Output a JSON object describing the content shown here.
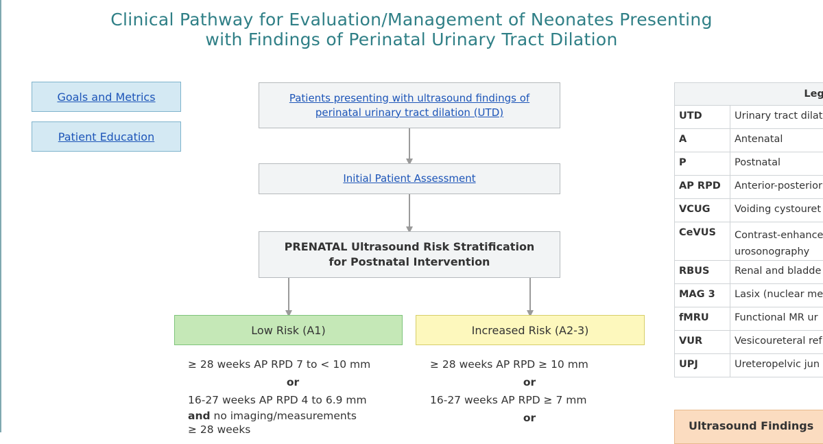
{
  "title": {
    "line1": "Clinical Pathway for Evaluation/Management of Neonates Presenting",
    "line2": "with Findings of Perinatal Urinary Tract Dilation"
  },
  "side_links": [
    {
      "label": "Goals and Metrics"
    },
    {
      "label": "Patient Education"
    }
  ],
  "flow": {
    "presenting_line1": "Patients presenting with ultrasound findings of",
    "presenting_line2": "perinatal urinary tract dilation (UTD)",
    "assessment": "Initial Patient Assessment",
    "stratification_line1": "PRENATAL Ultrasound Risk Stratification",
    "stratification_line2": "for Postnatal Intervention",
    "low_risk": "Low Risk (A1)",
    "increased_risk": "Increased Risk (A2-3)"
  },
  "low_criteria": {
    "c1": "≥ 28 weeks AP RPD 7 to < 10 mm",
    "or1": "or",
    "c2": "16-27 weeks AP RPD 4 to 6.9 mm",
    "c3_bold": "and",
    "c3_rest": " no imaging/measurements",
    "c4": "≥ 28 weeks"
  },
  "high_criteria": {
    "c1": "≥ 28 weeks AP RPD ≥ 10 mm",
    "or1": "or",
    "c2": "16-27 weeks AP RPD ≥ 7 mm",
    "or2": "or"
  },
  "legend": {
    "header": "Legen",
    "rows": [
      {
        "abbr": "UTD",
        "def": "Urinary tract dilat"
      },
      {
        "abbr": "A",
        "def": "Antenatal"
      },
      {
        "abbr": "P",
        "def": "Postnatal"
      },
      {
        "abbr": "AP RPD",
        "def": "Anterior-posterior"
      },
      {
        "abbr": "VCUG",
        "def": "Voiding cystouret"
      },
      {
        "abbr": "CeVUS",
        "def": "Contrast-enhance",
        "def2": "urosonography"
      },
      {
        "abbr": "RBUS",
        "def": "Renal and bladde"
      },
      {
        "abbr": "MAG 3",
        "def": "Lasix (nuclear me"
      },
      {
        "abbr": "fMRU",
        "def": "Functional MR ur"
      },
      {
        "abbr": "VUR",
        "def": "Vesicoureteral ref"
      },
      {
        "abbr": "UPJ",
        "def": "Ureteropelvic jun"
      }
    ]
  },
  "ultrasound_findings": "Ultrasound Findings",
  "colors": {
    "title": "#2f7f86",
    "link": "#1d55b8",
    "low_risk_fill": "#c5e8b7",
    "increased_risk_fill": "#fdf8bd",
    "side_fill": "#d4e9f3",
    "ultrasound_fill": "#fbdcc0"
  }
}
